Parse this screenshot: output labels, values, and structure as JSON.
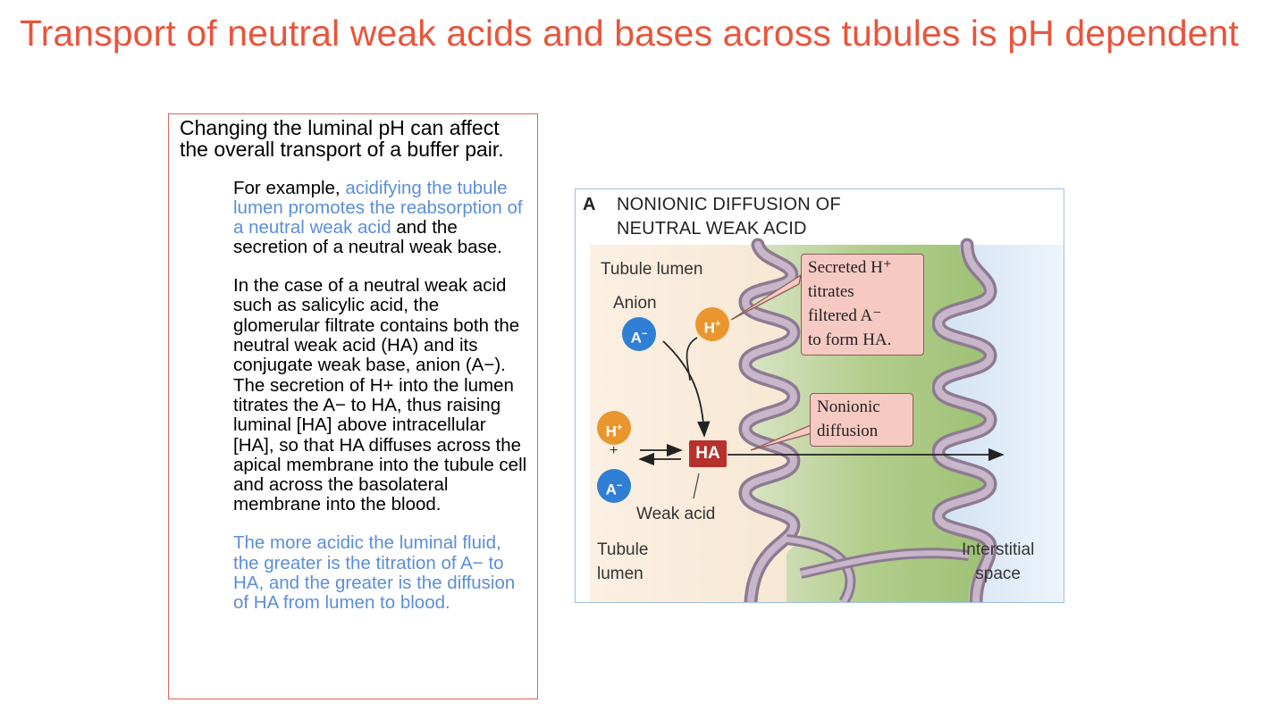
{
  "slide": {
    "title": "Transport of neutral weak acids and bases across tubules is pH dependent"
  },
  "text_box": {
    "intro": "Changing the luminal pH can affect the overall transport of a buffer pair.",
    "para1_lead": "For example, ",
    "para1_highlight": "acidifying the tubule lumen promotes the reabsorption of a neutral weak acid",
    "para1_tail": " and the secretion of a neutral weak base.",
    "para2": "In the case of a neutral weak acid such as salicylic acid, the glomerular filtrate contains both the neutral weak acid (HA) and its conjugate weak base, anion (A−). The secretion of H+ into the lumen titrates the A− to HA, thus raising luminal [HA] above intracellular [HA], so that HA diffuses across the apical membrane into the tubule cell and across the basolateral membrane into the blood.",
    "para3": "The more acidic the luminal fluid, the greater is the titration of A− to HA, and the greater is the diffusion of HA from lumen to blood."
  },
  "figure": {
    "letter": "A",
    "title_line1": "NONIONIC DIFFUSION OF",
    "title_line2": "NEUTRAL WEAK ACID",
    "label_tubule_lumen_top": "Tubule lumen",
    "label_anion": "Anion",
    "label_weak_acid": "Weak acid",
    "label_tubule_lumen_bottom_1": "Tubule",
    "label_tubule_lumen_bottom_2": "lumen",
    "label_interstitial_1": "Interstitial",
    "label_interstitial_2": "space",
    "callout1_line1": "Secreted H⁺",
    "callout1_line2": "titrates",
    "callout1_line3": "filtered A⁻",
    "callout1_line4": "to form HA.",
    "callout2_line1": "Nonionic",
    "callout2_line2": "diffusion",
    "ion_anion": "A",
    "ion_anion_charge": "−",
    "ion_proton": "H",
    "ion_proton_charge": "+",
    "ha_label": "HA",
    "plus_sign": "+",
    "colors": {
      "lumen_bg": "#f7e5cf",
      "cell_bg": "#a9c97a",
      "interstitial_bg": "#dbe8f7",
      "membrane": "#a48fa6",
      "ha_box": "#b7312c",
      "callout": "#f6c9c3"
    }
  }
}
